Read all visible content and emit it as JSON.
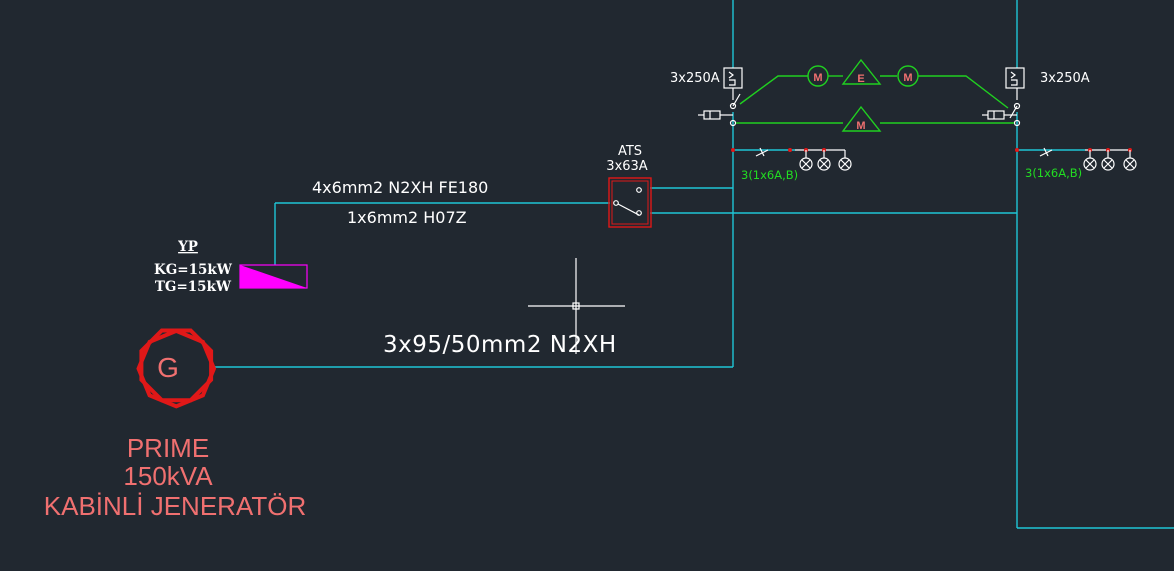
{
  "colors": {
    "background": "#212830",
    "cable": "#1fc6d6",
    "interlock": "#20d020",
    "equipment": "#e01818",
    "label_red": "#f07070",
    "magenta": "#ff00ff",
    "text": "#ffffff"
  },
  "feeder_cable": {
    "line1": "4x6mm2 N2XH FE180",
    "line2": "1x6mm2 H07Z"
  },
  "ats": {
    "name": "ATS",
    "rating": "3x63A"
  },
  "main_cable": "3x95/50mm2 N2XH",
  "breakers": {
    "left": "3x250A",
    "right": "3x250A"
  },
  "lamp_circuits": {
    "left": "3(1x6A,B)",
    "right": "3(1x6A,B)"
  },
  "interlock": {
    "m1": "M",
    "e": "E",
    "m2": "M",
    "m3": "M"
  },
  "panel": {
    "name": "YP",
    "kg": "KG=15kW",
    "tg": "TG=15kW"
  },
  "generator": {
    "symbol": "G",
    "line1": "PRIME",
    "line2": "150kVA",
    "line3": "KABİNLİ JENERATÖR"
  }
}
